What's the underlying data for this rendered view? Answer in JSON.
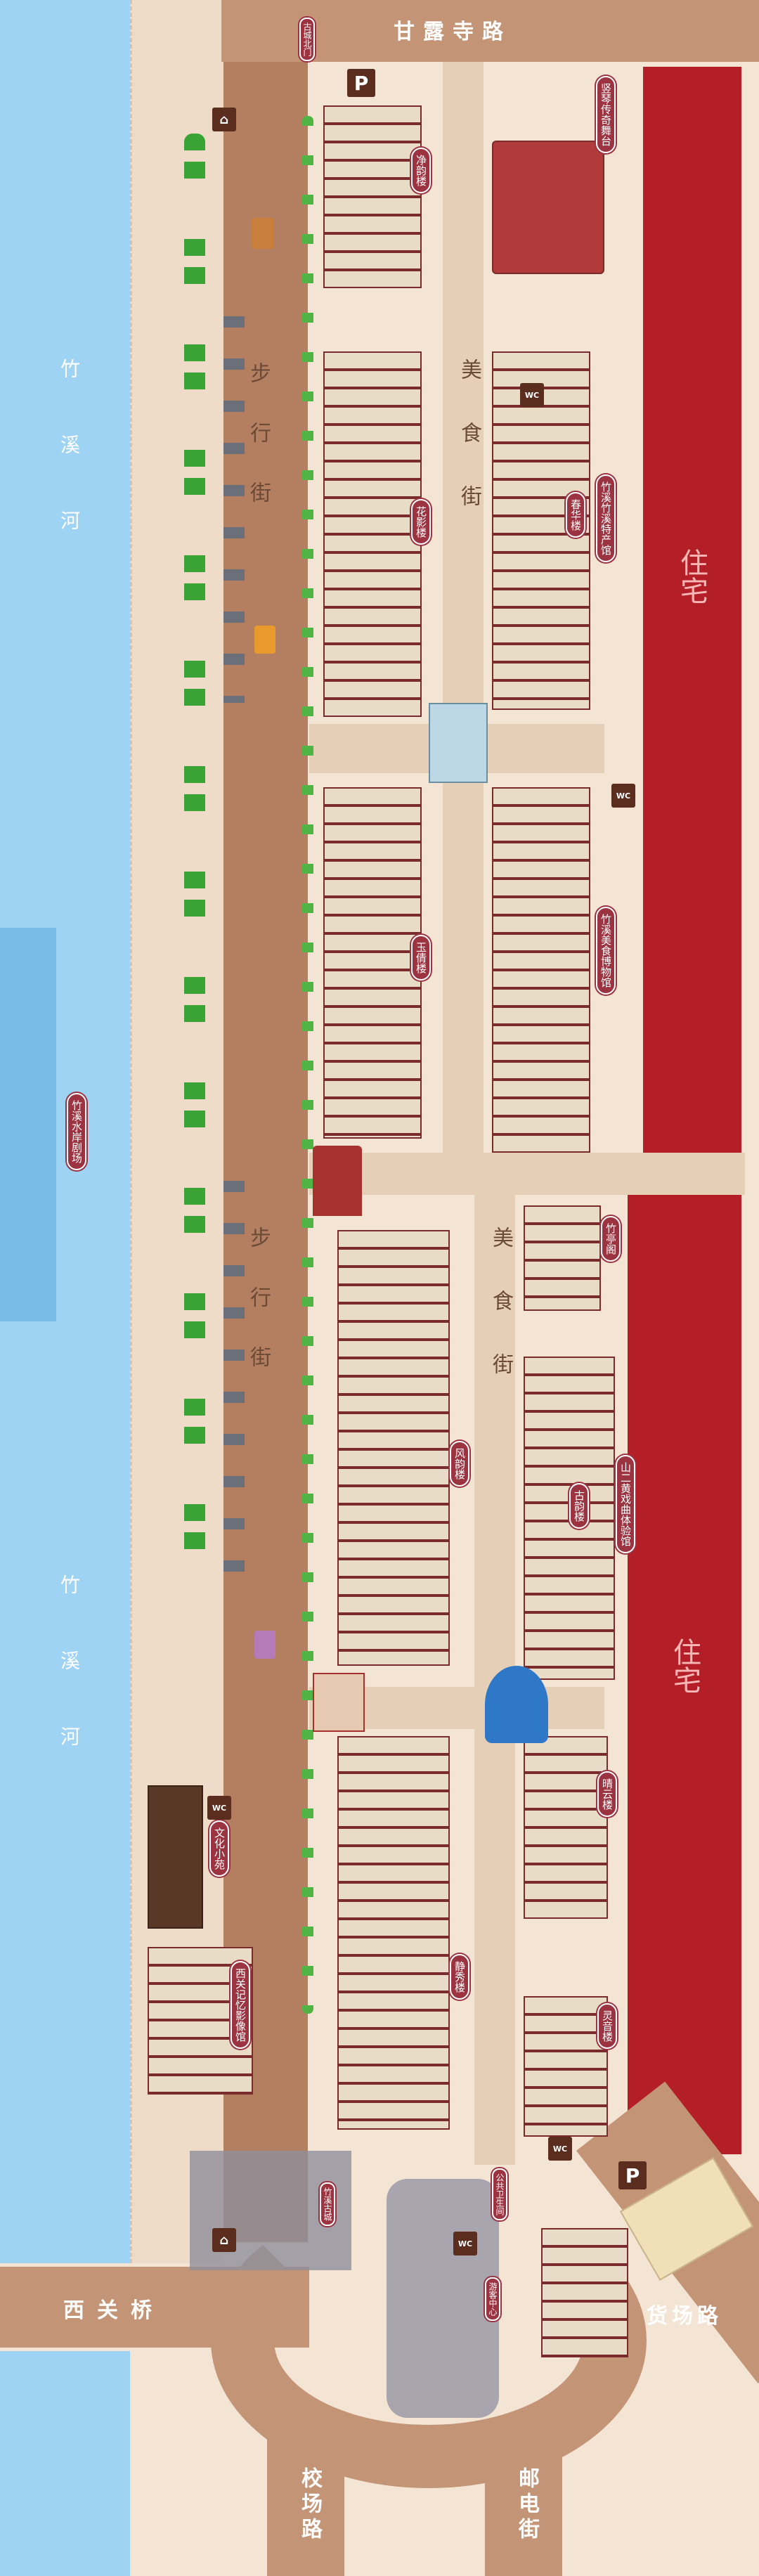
{
  "roads": {
    "ganlu": "甘露寺路",
    "xiguan": "西关桥",
    "xiaochang": "校场路",
    "youdian": "邮电街",
    "huochang": "货场路"
  },
  "rivers": {
    "upper": "竹溪河",
    "lower": "竹溪河"
  },
  "zones": {
    "residential_1": "住宅",
    "residential_2": "住宅"
  },
  "streets": {
    "pedestrian_1": "步行街",
    "pedestrian_2": "步行街",
    "food_1": "美食街",
    "food_2": "美食街"
  },
  "plaques": {
    "jingyuan": "净韵楼",
    "teshou": "竖琴传奇舞台",
    "huaying": "花影楼",
    "zhuxi_special": "竹溪竹溪特产馆",
    "chunhua": "春华楼",
    "yuqian": "玉倩楼",
    "meishi_museum": "竹溪美食博物馆",
    "riverside": "竹溪水岸剧场",
    "fengyun": "风韵楼",
    "zhutingge": "竹亭阁",
    "gu": "古韵楼",
    "shanerhuang": "山二黄戏曲体验馆",
    "qingyun": "晴云楼",
    "jingxiu": "静秀楼",
    "lingyin": "灵音楼",
    "xidi": "西关记忆影像馆",
    "wenhua": "文化小苑",
    "toilet_sign": "公共卫生间",
    "gate_sign": "竹溪古城",
    "north_sign": "古城北门",
    "youke": "游客中心"
  },
  "icons": {
    "parking": "P",
    "toilet": "WC"
  },
  "colors": {
    "river": "#9fd3f3",
    "road": "#c39475",
    "residential": "#b41f27",
    "plaza": "#f1d7bc",
    "trees": "#3aa335"
  }
}
